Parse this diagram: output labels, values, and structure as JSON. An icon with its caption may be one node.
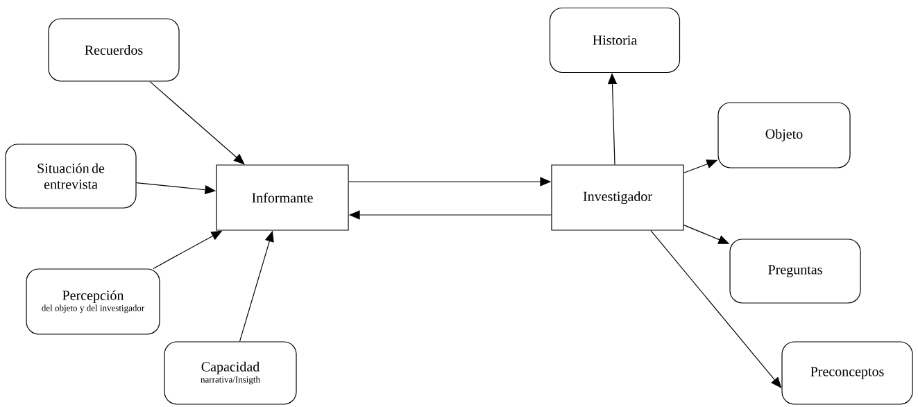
{
  "diagram": {
    "nodes": [
      {
        "text": [
          "Recuerdos"
        ]
      },
      {
        "text": [
          "Situación de entrevista"
        ]
      },
      {
        "text": [
          "Informante"
        ]
      },
      {
        "text": [
          "Investigador"
        ]
      },
      {
        "text": [
          "Historia"
        ]
      },
      {
        "text": [
          "Objeto"
        ]
      },
      {
        "text": [
          "Preguntas"
        ]
      },
      {
        "text": [
          "Percepción",
          "del objeto y del investigador"
        ]
      },
      {
        "text": [
          "Capacidad",
          "narrativa/Insigth"
        ]
      },
      {
        "text": [
          "Preconceptos"
        ]
      }
    ],
    "edges": [
      {
        "from": 0,
        "to": 2,
        "arrow": "to"
      },
      {
        "from": 1,
        "to": 2,
        "arrow": "to"
      },
      {
        "from": 7,
        "to": 2,
        "arrow": "to"
      },
      {
        "from": 8,
        "to": 2,
        "arrow": "to"
      },
      {
        "from": 2,
        "to": 3,
        "arrow": "to"
      },
      {
        "from": 3,
        "to": 2,
        "arrow": "to"
      },
      {
        "from": 3,
        "to": 4,
        "arrow": "to"
      },
      {
        "from": 3,
        "to": 5,
        "arrow": "to"
      },
      {
        "from": 3,
        "to": 6,
        "arrow": "to"
      },
      {
        "from": 3,
        "to": 9,
        "arrow": "to"
      }
    ]
  }
}
